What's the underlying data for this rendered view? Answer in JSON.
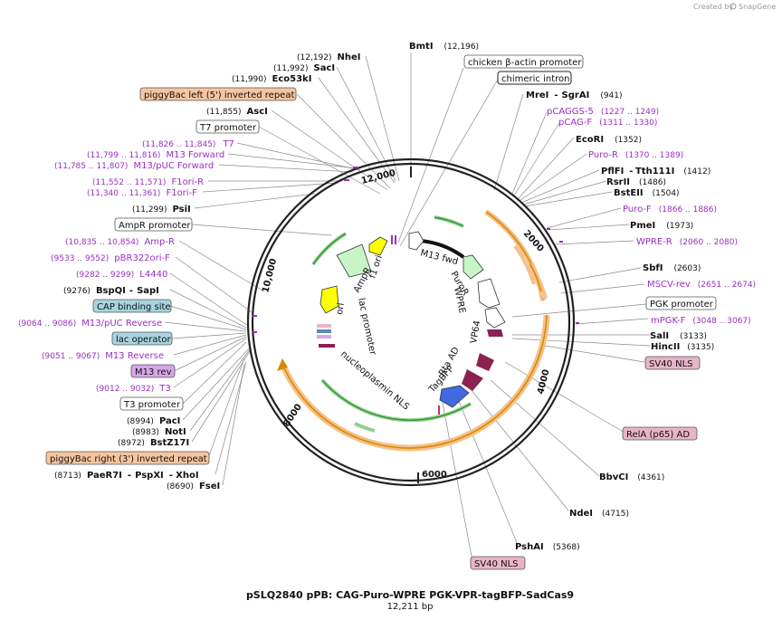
{
  "brand": {
    "created_by": "Created by",
    "name": "SnapGene"
  },
  "plasmid": {
    "name": "pSLQ2840 pPB: CAG-Puro-WPRE PGK-VPR-tagBFP-SadCas9",
    "length_label": "12,211 bp"
  },
  "ticks": [
    "12,000",
    "2000",
    "4000",
    "6000",
    "8000",
    "10,000"
  ],
  "enzymes": [
    {
      "name": "BmtI",
      "pos": "(12,196)"
    },
    {
      "name": "NheI",
      "pos": "(12,192)"
    },
    {
      "name": "SacI",
      "pos": "(11,992)"
    },
    {
      "name": "Eco53kI",
      "pos": "(11,990)"
    },
    {
      "name": "AscI",
      "pos": "(11,855)"
    },
    {
      "name": "PsiI",
      "pos": "(11,299)"
    },
    {
      "name": "BspQI",
      "pos": "(9276)",
      "name2": "SapI"
    },
    {
      "name": "PacI",
      "pos": "(8994)"
    },
    {
      "name": "NotI",
      "pos": "(8983)"
    },
    {
      "name": "BstZ17I",
      "pos": "(8972)"
    },
    {
      "name": "PaeR7I",
      "pos": "(8713)",
      "name2": "PspXI",
      "name3": "XhoI"
    },
    {
      "name": "FseI",
      "pos": "(8690)"
    },
    {
      "name": "MreI",
      "pos": "(941)",
      "name2": "SgrAI"
    },
    {
      "name": "EcoRI",
      "pos": "(1352)"
    },
    {
      "name": "PflFI",
      "pos": "(1412)",
      "name2": "Tth111I"
    },
    {
      "name": "RsrII",
      "pos": "(1486)"
    },
    {
      "name": "BstEII",
      "pos": "(1504)"
    },
    {
      "name": "PmeI",
      "pos": "(1973)"
    },
    {
      "name": "SbfI",
      "pos": "(2603)"
    },
    {
      "name": "SalI",
      "pos": "(3133)"
    },
    {
      "name": "HincII",
      "pos": "(3135)"
    },
    {
      "name": "BbvCI",
      "pos": "(4361)"
    },
    {
      "name": "NdeI",
      "pos": "(4715)"
    },
    {
      "name": "PshAI",
      "pos": "(5368)"
    }
  ],
  "primers": [
    {
      "name": "T7",
      "pos": "(11,826 .. 11,845)"
    },
    {
      "name": "M13 Forward",
      "pos": "(11,799 .. 11,816)"
    },
    {
      "name": "M13/pUC Forward",
      "pos": "(11,785 .. 11,807)"
    },
    {
      "name": "F1ori-R",
      "pos": "(11,552 .. 11,571)"
    },
    {
      "name": "F1ori-F",
      "pos": "(11,340 .. 11,361)"
    },
    {
      "name": "Amp-R",
      "pos": "(10,835 .. 10,854)"
    },
    {
      "name": "pBR322ori-F",
      "pos": "(9533 .. 9552)"
    },
    {
      "name": "L4440",
      "pos": "(9282 .. 9299)"
    },
    {
      "name": "M13/pUC Reverse",
      "pos": "(9064 .. 9086)"
    },
    {
      "name": "M13 Reverse",
      "pos": "(9051 .. 9067)"
    },
    {
      "name": "T3",
      "pos": "(9012 .. 9032)"
    },
    {
      "name": "pCAGGS-5",
      "pos": "(1227 .. 1249)"
    },
    {
      "name": "pCAG-F",
      "pos": "(1311 .. 1330)"
    },
    {
      "name": "Puro-R",
      "pos": "(1370 .. 1389)"
    },
    {
      "name": "Puro-F",
      "pos": "(1866 .. 1886)"
    },
    {
      "name": "WPRE-R",
      "pos": "(2060 .. 2080)"
    },
    {
      "name": "MSCV-rev",
      "pos": "(2651 .. 2674)"
    },
    {
      "name": "mPGK-F",
      "pos": "(3048 .. 3067)"
    }
  ],
  "features": [
    {
      "name": "chicken β-actin promoter"
    },
    {
      "name": "chimeric intron"
    },
    {
      "name": "piggyBac left (5') inverted repeat"
    },
    {
      "name": "T7 promoter"
    },
    {
      "name": "AmpR promoter"
    },
    {
      "name": "CAP binding site"
    },
    {
      "name": "lac operator"
    },
    {
      "name": "M13 rev"
    },
    {
      "name": "T3 promoter"
    },
    {
      "name": "piggyBac right (3') inverted repeat"
    },
    {
      "name": "PGK promoter"
    },
    {
      "name": "SV40 NLS"
    },
    {
      "name": "RelA (p65) AD"
    },
    {
      "name": "SV40 NLS"
    }
  ],
  "inner_labels": [
    "f1 ori",
    "AmpR",
    "ori",
    "lac promoter",
    "nucleoplasmin NLS",
    "M13 fwd",
    "PuroR",
    "WPRE",
    "VP64",
    "Rta AD",
    "TagBFP"
  ],
  "colors": {
    "primer": "#9b2ec4",
    "promoter_fill": "#ffffff",
    "orange_box": "#f7c59f",
    "blue_box": "#a8d4e0",
    "pink_box": "#e8b4c8",
    "violet_box": "#d8a6e8",
    "ampr_green": "#c8f5c8",
    "ori_yellow": "#ffff00",
    "tagbfp_blue": "#4169e1",
    "dark_red": "#8b2252"
  }
}
